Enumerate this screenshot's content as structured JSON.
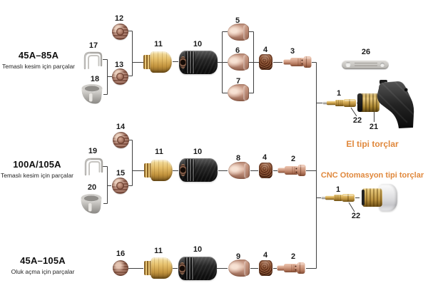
{
  "sections": [
    {
      "title": "45A–85A",
      "subtitle": "Temaslı kesim için parçalar"
    },
    {
      "title": "100A/105A",
      "subtitle": "Temaslı kesim için parçalar"
    },
    {
      "title": "45A–105A",
      "subtitle": "Oluk açma için parçalar"
    }
  ],
  "torches": {
    "hand": "El tipi torçlar",
    "cnc": "CNC Otomasyon tipi torçlar"
  },
  "labels": [
    "12",
    "17",
    "13",
    "18",
    "11",
    "10",
    "5",
    "6",
    "7",
    "4",
    "3",
    "26",
    "1",
    "22",
    "21",
    "14",
    "19",
    "15",
    "20",
    "11",
    "10",
    "8",
    "4",
    "2",
    "1",
    "22",
    "16",
    "11",
    "10",
    "9",
    "4",
    "2"
  ],
  "colors": {
    "accent_orange": "#e0883c",
    "copper": "#c08a72",
    "copper_dark": "#7e4a33",
    "brass": "#ddb45e",
    "black_part": "#1c1c1c",
    "steel": "#b6b4b0",
    "connector_line": "#3f3f3f",
    "label_text": "#1b1b1b",
    "background": "#ffffff"
  }
}
